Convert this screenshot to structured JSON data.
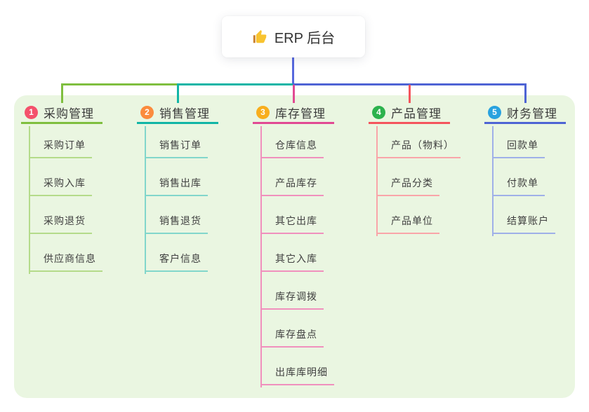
{
  "root": {
    "title": "ERP 后台",
    "icon": "thumbs-up-icon"
  },
  "colors": {
    "panel_background": "#eaf6e1",
    "root_connector": "#5768de",
    "root_node_background": "#ffffff",
    "title_text": "#3b3b3b",
    "child_text": "#404040"
  },
  "branches": [
    {
      "badge": "1",
      "badge_color": "#f4516b",
      "line_color": "#7fbf3f",
      "light_color": "#b4db8a",
      "title": "采购管理",
      "children": [
        "采购订单",
        "采购入库",
        "采购退货",
        "供应商信息"
      ]
    },
    {
      "badge": "2",
      "badge_color": "#fb8b3d",
      "line_color": "#12b5a6",
      "light_color": "#82d6cb",
      "title": "销售管理",
      "children": [
        "销售订单",
        "销售出库",
        "销售退货",
        "客户信息"
      ]
    },
    {
      "badge": "3",
      "badge_color": "#f8ae1d",
      "line_color": "#e14a93",
      "light_color": "#f090bd",
      "title": "库存管理",
      "children": [
        "仓库信息",
        "产品库存",
        "其它出库",
        "其它入库",
        "库存调拨",
        "库存盘点",
        "出库库明细"
      ]
    },
    {
      "badge": "4",
      "badge_color": "#2cb24d",
      "line_color": "#f4555d",
      "light_color": "#f9a5a9",
      "title": "产品管理",
      "children": [
        "产品（物料）",
        "产品分类",
        "产品单位"
      ]
    },
    {
      "badge": "5",
      "badge_color": "#29a2df",
      "line_color": "#4e64d4",
      "light_color": "#9fb0e8",
      "title": "财务管理",
      "children": [
        "回款单",
        "付款单",
        "结算账户"
      ]
    }
  ]
}
